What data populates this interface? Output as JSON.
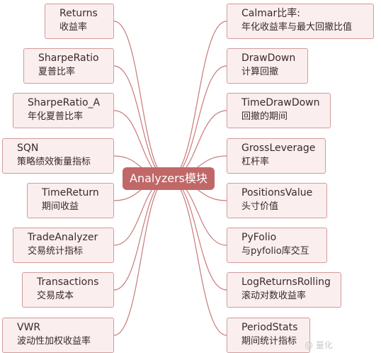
{
  "center": "Analyzers模块",
  "left": [
    {
      "t": "Returns",
      "s": "收益率"
    },
    {
      "t": "SharpeRatio",
      "s": "夏普比率"
    },
    {
      "t": "SharpeRatio_A",
      "s": "年化夏普比率"
    },
    {
      "t": "SQN",
      "s": "策略绩效衡量指标"
    },
    {
      "t": "TimeReturn",
      "s": "期间收益"
    },
    {
      "t": "TradeAnalyzer",
      "s": "交易统计指标"
    },
    {
      "t": "Transactions",
      "s": "交易成本"
    },
    {
      "t": "VWR",
      "s": "波动性加权收益率"
    }
  ],
  "right": [
    {
      "t": "Calmar比率:",
      "s": "年化收益率与最大回撤比值"
    },
    {
      "t": "DrawDown",
      "s": "计算回撤"
    },
    {
      "t": "TimeDrawDown",
      "s": "回撤的期间"
    },
    {
      "t": "GrossLeverage",
      "s": "杠杆率"
    },
    {
      "t": "PositionsValue",
      "s": "头寸价值"
    },
    {
      "t": "PyFolio",
      "s": "与pyfolio库交互"
    },
    {
      "t": "LogReturnsRolling",
      "s": "滚动对数收益率"
    },
    {
      "t": "PeriodStats",
      "s": "期间统计指标"
    }
  ],
  "watermark": "@ 量化",
  "colors": {
    "center_bg": "#c06868",
    "node_bg": "#fbeeee",
    "node_border": "#d39b9b",
    "link": "#c97a7a"
  }
}
